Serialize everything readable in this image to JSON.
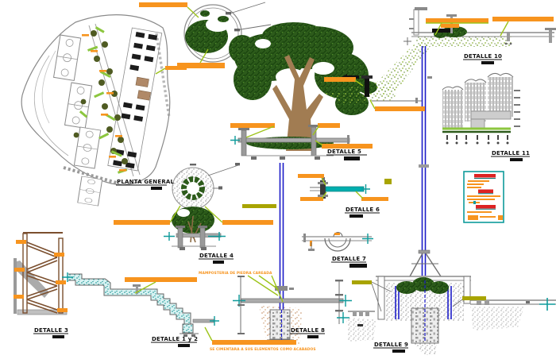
{
  "sheet": {
    "kind": "landscape-architecture CAD detail sheet",
    "background": "#ffffff"
  },
  "labels": {
    "planta_general": "PLANTA GENERAL",
    "detalle_1_2": "DETALLE 1 y 2",
    "detalle_3": "DETALLE 3",
    "detalle_4": "DETALLE 4",
    "detalle_5": "DETALLE 5",
    "detalle_6": "DETALLE 6",
    "detalle_7": "DETALLE 7",
    "detalle_8": "DETALLE 8",
    "detalle_9": "DETALLE 9",
    "detalle_10": "DETALLE 10",
    "detalle_11": "DETALLE 11"
  },
  "notes": {
    "masonry_note": "MAMPOSTERIA DE PIEDRA CAREADA",
    "foundation_note": "SE CIMENTARA A SUS ELEMENTOS COMO ACABADOS"
  },
  "colors": {
    "label_bar_orange": "#F7941E",
    "leader_green": "#9DC41A",
    "foliage_dark_green": "#2D5B1B",
    "accent_green": "#8CC63F",
    "trunk_brown": "#A17C52",
    "pipe_blue": "#1C1CC8",
    "fitting_teal": "#0E9B9B",
    "structure_gray": "#8a8a8a",
    "scale_bar_black": "#111111",
    "note_bar_olive": "#A8A400",
    "legend_red": "#DD2222"
  }
}
